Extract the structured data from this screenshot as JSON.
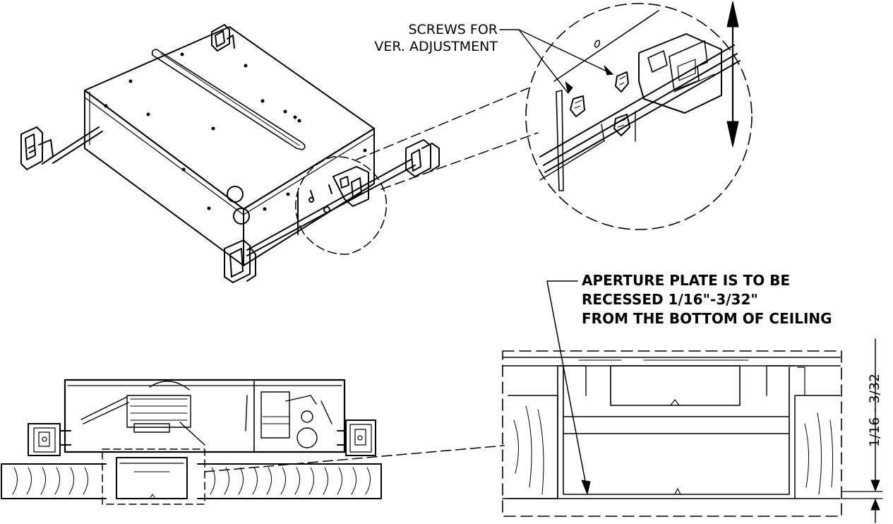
{
  "callouts": {
    "screws_line1": "SCREWS FOR",
    "screws_line2": "VER. ADJUSTMENT",
    "aperture_line1": "APERTURE PLATE IS TO BE",
    "aperture_line2": "RECESSED 1/16\"-3/32\"",
    "aperture_line3": "FROM THE BOTTOM OF CEILING"
  },
  "dimension": {
    "label": "1/16 - 3/32"
  },
  "colors": {
    "line": "#000000",
    "background": "#ffffff"
  }
}
